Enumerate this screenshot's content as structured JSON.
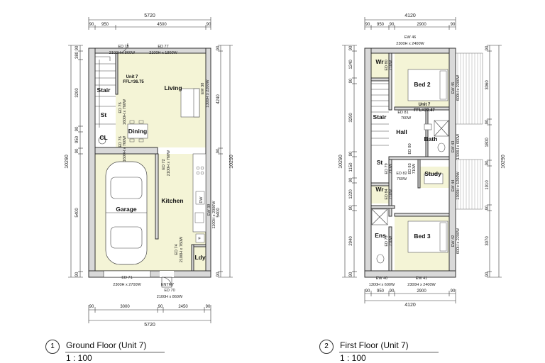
{
  "ground_floor": {
    "title": "Ground Floor (Unit 7)",
    "scale": "1 : 100",
    "number": "1",
    "overall_width": "5720",
    "overall_height": "10290",
    "top_dims": [
      "90",
      "950",
      "4500",
      "90"
    ],
    "bottom_dims": [
      "90",
      "3000",
      "90",
      "2450",
      "90"
    ],
    "left_dims": [
      "90",
      "380",
      "3200",
      "90",
      "950",
      "90",
      "5400",
      "90"
    ],
    "right_dims": [
      "90",
      "4240",
      "90",
      "5400",
      "90"
    ],
    "unit_label": "Unit 7",
    "ffl": "FFL=36.75",
    "rooms": {
      "living": "Living",
      "stair": "Stair",
      "st": "St",
      "cl": "CL",
      "dining": "Dining",
      "kitchen": "Kitchen",
      "garage": "Garage",
      "ldy": "Ldy",
      "entry": "ENTRY",
      "dw": "DW",
      "f": "F"
    },
    "doors": {
      "ed78": "ED 78",
      "ed78_size": "2100H x 860W",
      "ed77": "ED 77",
      "ed77_size": "2100H x 1800W",
      "ew38": "EW 38",
      "ew38_size": "1300H x 2200W",
      "ed76a": "ED 76",
      "ed76a_size": "1600H x 760W",
      "ed76b": "ED 76",
      "ed76b_size": "1600H x 760W",
      "ed72": "ED 72",
      "ed72_size": "2100H x 760W",
      "ew39": "EW 39",
      "ew39_size": "1100H x 2000W",
      "ed74": "ED 74",
      "ed74_size": "2100H x 760W",
      "ed71": "ED 71",
      "ed71_size": "2300H x 2700W",
      "ed70": "ED 70",
      "ed70_size": "2100H x 860W"
    }
  },
  "first_floor": {
    "title": "First Floor (Unit 7)",
    "scale": "1 : 100",
    "number": "2",
    "overall_width": "4120",
    "overall_height": "10290",
    "top_dims": [
      "90",
      "950",
      "90",
      "2900",
      "90"
    ],
    "bottom_dims": [
      "90",
      "950",
      "90",
      "2900",
      "90"
    ],
    "left_dims": [
      "90",
      "1240",
      "90",
      "3290",
      "90",
      "1150",
      "90",
      "1220",
      "90",
      "2940",
      "90"
    ],
    "right_dims": [
      "90",
      "3060",
      "90",
      "1800",
      "90",
      "1910",
      "90",
      "3070",
      "90"
    ],
    "unit_label": "Unit 7",
    "ffl": "FFL=39.47",
    "rooms": {
      "wr_top": "Wr",
      "bed2": "Bed 2",
      "stair": "Stair",
      "hall": "Hall",
      "bath": "Bath",
      "st": "St",
      "study": "Study",
      "wr_bottom": "Wr",
      "ens": "Ens",
      "bed3": "Bed 3"
    },
    "doors": {
      "ew46": "EW 46",
      "ew46_size": "2300H x 2400W",
      "ed80": "ED 80",
      "ed80_size": "710W",
      "ew45": "EW 45",
      "ew45_size": "600H x 2200W",
      "ed81": "ED 81",
      "ed81_size": "760W",
      "ew43": "EW 43",
      "ew43_size": "1300H x 600W",
      "ed79a": "ED 79",
      "ed79a_size": "710W",
      "ed83": "ED 83",
      "ed83_size": "710W",
      "ed82": "ED 82",
      "ed82_size": "760W",
      "ew44": "EW 44",
      "ew44_size": "1300H x 1200W",
      "ed84": "ED 84",
      "ed84_size": "710W",
      "ew42": "EW 42",
      "ew42_size": "600H x 2200W",
      "ed79b": "ED 79",
      "ed79b_size": "710W",
      "ew40": "EW 40",
      "ew40_size": "1300H x 600W",
      "ew41": "EW 41",
      "ew41_size": "2300H x 2400W"
    }
  }
}
